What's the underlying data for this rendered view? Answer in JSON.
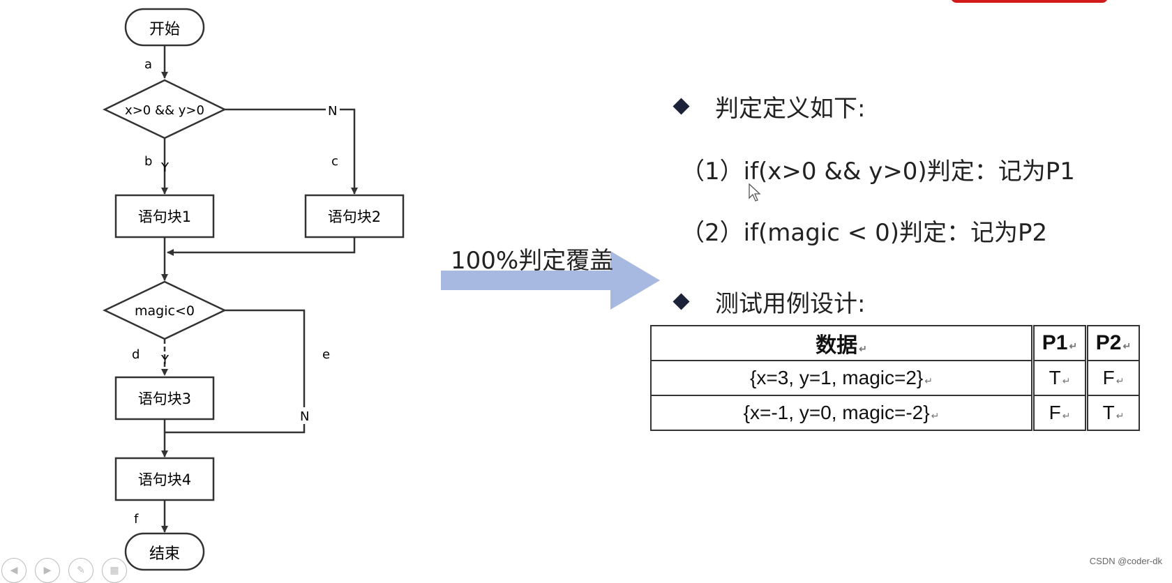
{
  "flowchart": {
    "start_label": "开始",
    "end_label": "结束",
    "decision1": "x>0 && y>0",
    "decision2": "magic<0",
    "block1": "语句块1",
    "block2": "语句块2",
    "block3": "语句块3",
    "block4": "语句块4",
    "edge_a": "a",
    "edge_b": "b",
    "edge_c": "c",
    "edge_d": "d",
    "edge_e": "e",
    "edge_f": "f",
    "yes_label": "Y",
    "no_label": "N"
  },
  "arrow_label": "100%判定覆盖",
  "definitions": {
    "heading": "判定定义如下:",
    "items": [
      "（1）if(x>0 && y>0)判定：记为P1",
      "（2）if(magic < 0)判定：记为P2"
    ]
  },
  "test_design": {
    "heading": "测试用例设计:",
    "columns": [
      "数据",
      "P1",
      "P2"
    ],
    "rows": [
      [
        "{x=3, y=1, magic=2}",
        "T",
        "F"
      ],
      [
        "{x=-1, y=0, magic=-2}",
        "F",
        "T"
      ]
    ],
    "return_mark": "↵"
  },
  "watermark": "CSDN @coder-dk",
  "colors": {
    "arrow": "#a7b9e0",
    "line": "#333333",
    "bullet": "#1c2237",
    "badge": "#d11a1a"
  }
}
